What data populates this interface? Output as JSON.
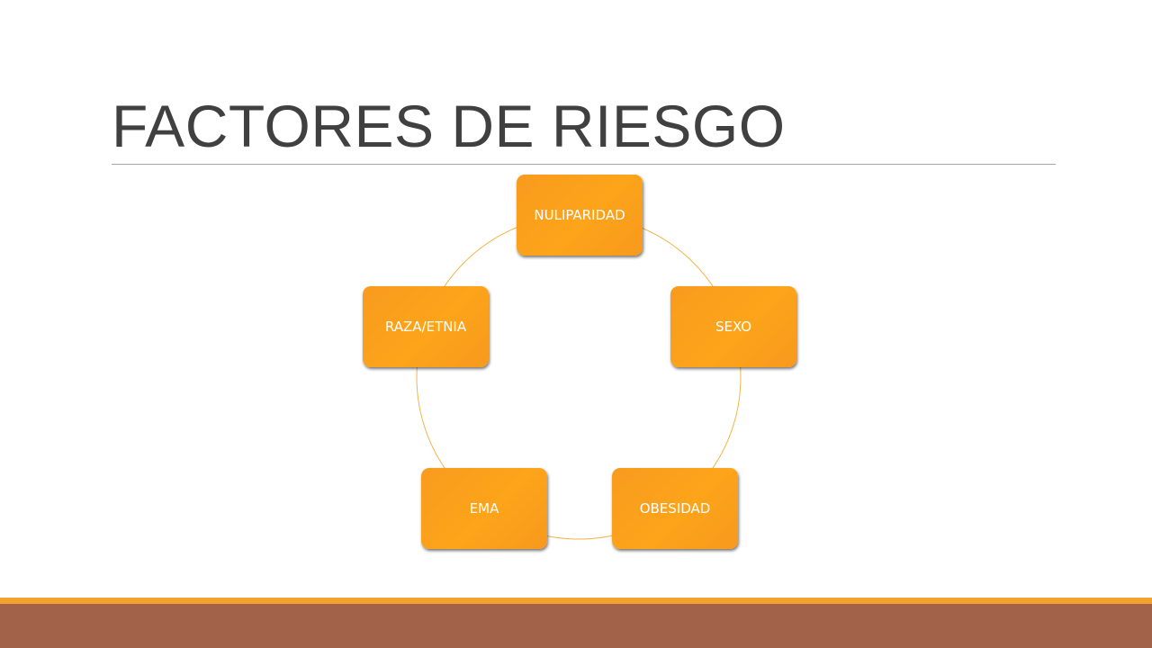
{
  "slide": {
    "title": "FACTORES DE RIESGO"
  },
  "diagram": {
    "type": "cycle",
    "ring_color": "#f4b548",
    "node_color": "#f99b1e",
    "nodes": [
      {
        "label": "NULIPARIDAD"
      },
      {
        "label": "SEXO"
      },
      {
        "label": "OBESIDAD"
      },
      {
        "label": "EMA"
      },
      {
        "label": "RAZA/ETNIA"
      }
    ]
  },
  "footer": {
    "accent_color": "#f3a22d",
    "band_color": "#a2624a"
  }
}
